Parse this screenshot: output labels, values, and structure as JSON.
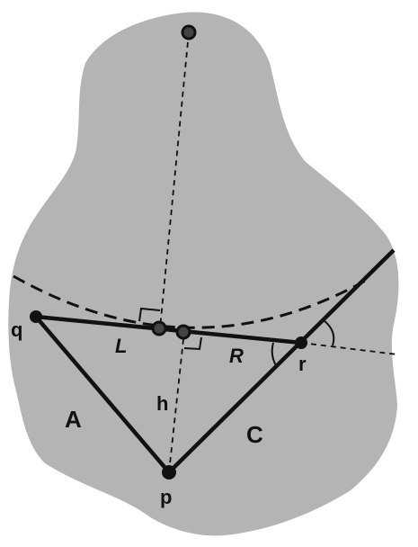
{
  "colors": {
    "region_fill": "#b4b4b4",
    "stroke": "#111111",
    "background": "#ffffff"
  },
  "labels": {
    "vertex_q": "q",
    "vertex_r": "r",
    "vertex_p": "p",
    "segment_L": "L",
    "segment_R": "R",
    "height_h": "h",
    "side_A": "A",
    "side_C": "C"
  }
}
